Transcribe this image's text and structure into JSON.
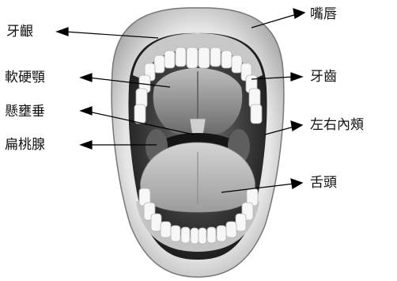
{
  "diagram": {
    "labels": {
      "gums": "牙齦",
      "lips": "嘴唇",
      "palate": "軟硬顎",
      "teeth": "牙齒",
      "uvula": "懸壅垂",
      "cheeks": "左右內頰",
      "tonsils": "扁桃腺",
      "tongue": "舌頭"
    },
    "colors": {
      "line": "#000000",
      "lip_light": "#f2f2f2",
      "lip_mid": "#cfcfcf",
      "lip_dark": "#9a9a9a",
      "mouth_dark": "#2a2a2a",
      "palate": "#8c8c8c",
      "tongue": "#b3b3b3",
      "teeth": "#f7f7f7"
    }
  }
}
